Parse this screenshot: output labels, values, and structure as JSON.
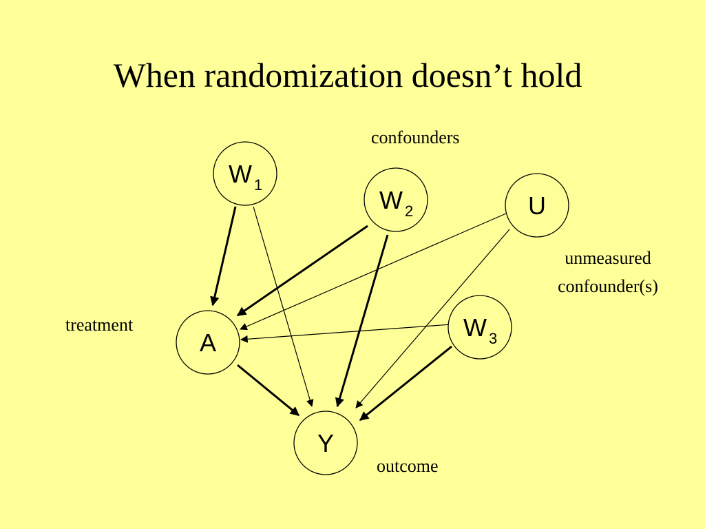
{
  "slide": {
    "title": "When randomization doesn’t hold",
    "background_color": "#ffff99"
  },
  "labels": {
    "confounders": "confounders",
    "treatment": "treatment",
    "outcome": "outcome",
    "unmeasured_line1": "unmeasured",
    "unmeasured_line2": "confounder(s)"
  },
  "nodes": {
    "W1": {
      "main": "W",
      "sub": "1"
    },
    "W2": {
      "main": "W",
      "sub": "2"
    },
    "W3": {
      "main": "W",
      "sub": "3"
    },
    "U": {
      "main": "U",
      "sub": ""
    },
    "A": {
      "main": "A",
      "sub": ""
    },
    "Y": {
      "main": "Y",
      "sub": ""
    }
  },
  "edges": [
    {
      "from": "W1",
      "to": "A",
      "weight": "thick"
    },
    {
      "from": "W1",
      "to": "Y",
      "weight": "thin"
    },
    {
      "from": "W2",
      "to": "A",
      "weight": "thick"
    },
    {
      "from": "W2",
      "to": "Y",
      "weight": "thick"
    },
    {
      "from": "U",
      "to": "A",
      "weight": "thin"
    },
    {
      "from": "U",
      "to": "Y",
      "weight": "thin"
    },
    {
      "from": "W3",
      "to": "A",
      "weight": "thin"
    },
    {
      "from": "W3",
      "to": "Y",
      "weight": "thick"
    },
    {
      "from": "A",
      "to": "Y",
      "weight": "thick"
    }
  ]
}
